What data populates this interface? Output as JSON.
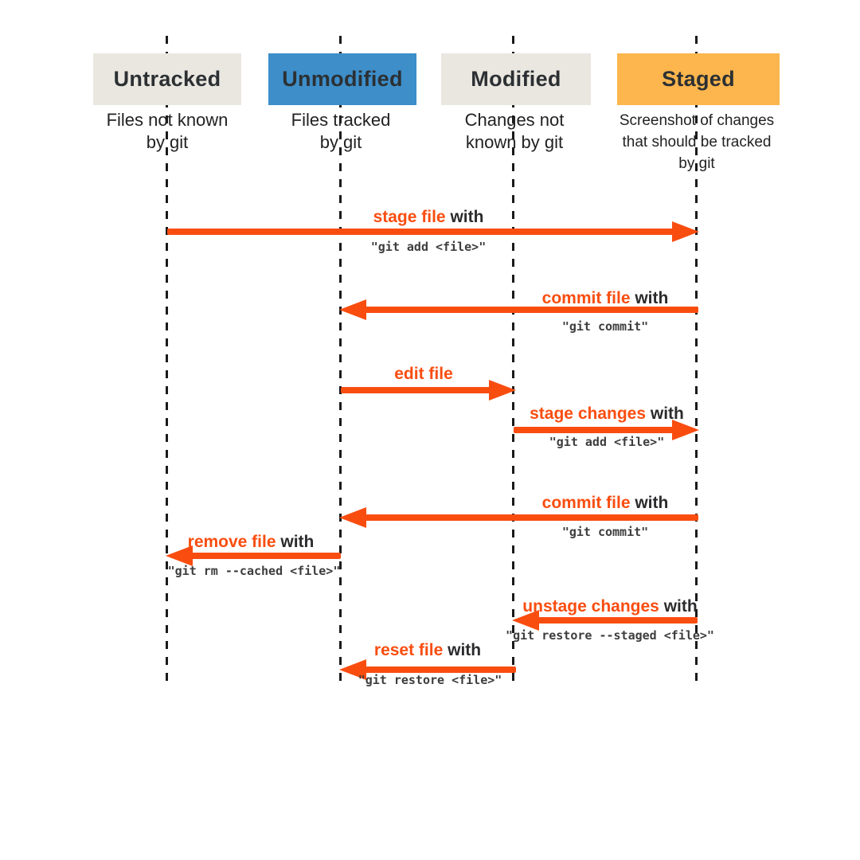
{
  "palette": {
    "background": "#ffffff",
    "arrow": "#f94d10",
    "action_accent": "#f94d10",
    "action_text": "#2b2b2d",
    "command_text": "#3d3d3d",
    "lifeline": "#1a1a1a",
    "header_text": "#2c3033",
    "description_text": "#222222"
  },
  "columns": [
    {
      "id": "untracked",
      "label": "Untracked",
      "description": "Files not known\nby git",
      "box_color": "#eae7e1"
    },
    {
      "id": "unmodified",
      "label": "Unmodified",
      "description": "Files tracked\nby git",
      "box_color": "#3d8ec9"
    },
    {
      "id": "modified",
      "label": "Modified",
      "description": "Changes not\nknown by git",
      "box_color": "#eae7e1"
    },
    {
      "id": "staged",
      "label": "Staged",
      "description": "Screenshot of changes\nthat should be tracked\nby git",
      "box_color": "#fcb64d"
    }
  ],
  "transitions": [
    {
      "action": "stage file",
      "connector": " with",
      "command": "\"git add <file>\"",
      "from": "untracked",
      "to": "staged"
    },
    {
      "action": "commit file",
      "connector": " with",
      "command": "\"git commit\"",
      "from": "staged",
      "to": "unmodified"
    },
    {
      "action": "edit file",
      "connector": "",
      "command": "",
      "from": "unmodified",
      "to": "modified"
    },
    {
      "action": "stage changes",
      "connector": " with",
      "command": "\"git add <file>\"",
      "from": "modified",
      "to": "staged"
    },
    {
      "action": "commit file",
      "connector": " with",
      "command": "\"git commit\"",
      "from": "staged",
      "to": "unmodified"
    },
    {
      "action": "remove file",
      "connector": " with",
      "command": "\"git rm --cached <file>\"",
      "from": "unmodified",
      "to": "untracked"
    },
    {
      "action": "unstage changes",
      "connector": " with",
      "command": "\"git restore --staged <file>\"",
      "from": "staged",
      "to": "modified"
    },
    {
      "action": "reset file",
      "connector": " with",
      "command": "\"git restore <file>\"",
      "from": "modified",
      "to": "unmodified"
    }
  ]
}
